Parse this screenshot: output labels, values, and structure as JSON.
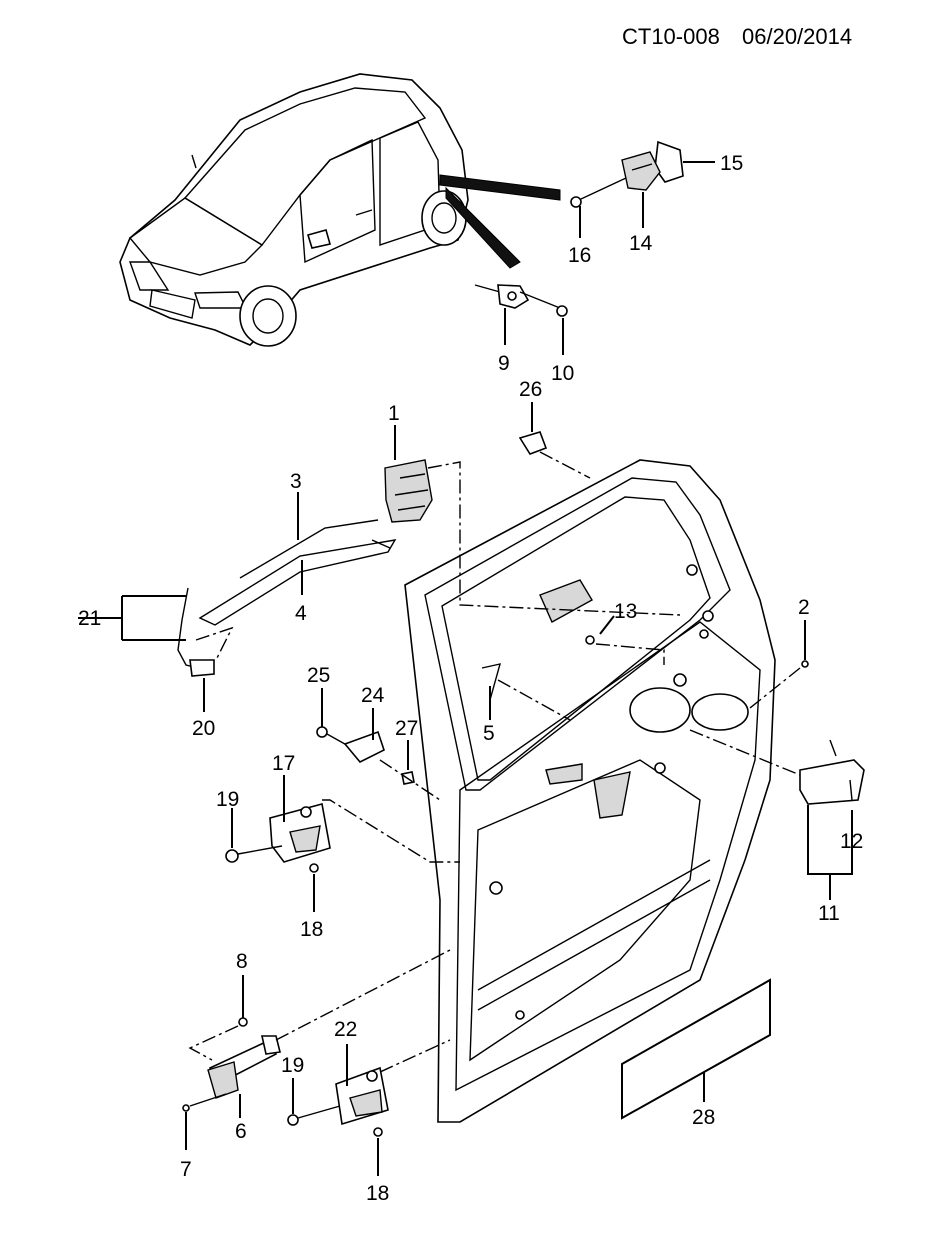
{
  "header": {
    "code": "CT10-008",
    "date": "06/20/2014"
  },
  "callouts": [
    {
      "id": "c1",
      "text": "1"
    },
    {
      "id": "c2",
      "text": "2"
    },
    {
      "id": "c3",
      "text": "3"
    },
    {
      "id": "c4",
      "text": "4"
    },
    {
      "id": "c5",
      "text": "5"
    },
    {
      "id": "c6",
      "text": "6"
    },
    {
      "id": "c7",
      "text": "7"
    },
    {
      "id": "c8",
      "text": "8"
    },
    {
      "id": "c9",
      "text": "9"
    },
    {
      "id": "c10",
      "text": "10"
    },
    {
      "id": "c11",
      "text": "11"
    },
    {
      "id": "c12",
      "text": "12"
    },
    {
      "id": "c13",
      "text": "13"
    },
    {
      "id": "c14",
      "text": "14"
    },
    {
      "id": "c15",
      "text": "15"
    },
    {
      "id": "c16",
      "text": "16"
    },
    {
      "id": "c17",
      "text": "17"
    },
    {
      "id": "c18a",
      "text": "18"
    },
    {
      "id": "c18b",
      "text": "18"
    },
    {
      "id": "c19a",
      "text": "19"
    },
    {
      "id": "c19b",
      "text": "19"
    },
    {
      "id": "c20",
      "text": "20"
    },
    {
      "id": "c21",
      "text": "21"
    },
    {
      "id": "c22",
      "text": "22"
    },
    {
      "id": "c24",
      "text": "24"
    },
    {
      "id": "c25",
      "text": "25"
    },
    {
      "id": "c26",
      "text": "26"
    },
    {
      "id": "c27",
      "text": "27"
    },
    {
      "id": "c28",
      "text": "28"
    }
  ]
}
